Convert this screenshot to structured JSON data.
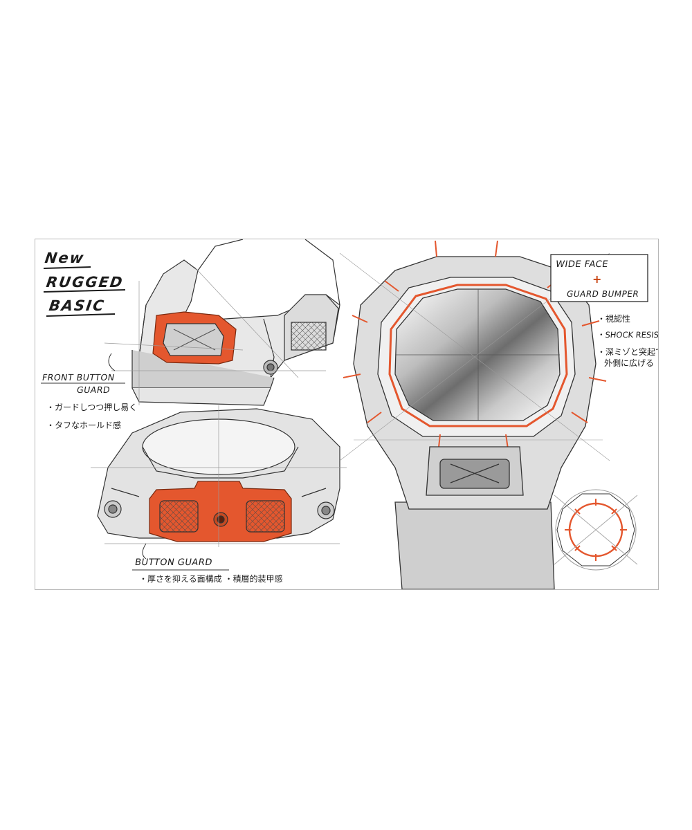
{
  "title": {
    "line1": "New",
    "line2": "RUGGED",
    "line3": "BASIC"
  },
  "front_button_guard": {
    "heading_line1": "FRONT BUTTON",
    "heading_line2": "GUARD",
    "note1": "・ガードしつつ押し易く",
    "note2": "・タフなホールド感"
  },
  "button_guard": {
    "heading": "BUTTON GUARD",
    "note": "・厚さを抑える面構成 ・積層的装甲感"
  },
  "wide_face": {
    "heading_line1": "WIDE FACE",
    "plus": "+",
    "heading_line2": "GUARD BUMPER",
    "note1": "・視認性",
    "note2": "・SHOCK RESIST",
    "note3_line1": "・深ミゾと突起で",
    "note3_line2": "外側に広げる"
  },
  "colors": {
    "accent": "#e4572e",
    "ink": "#1c1c1c",
    "gray": "#8a8a8a",
    "light_gray": "#d6d6d6"
  }
}
